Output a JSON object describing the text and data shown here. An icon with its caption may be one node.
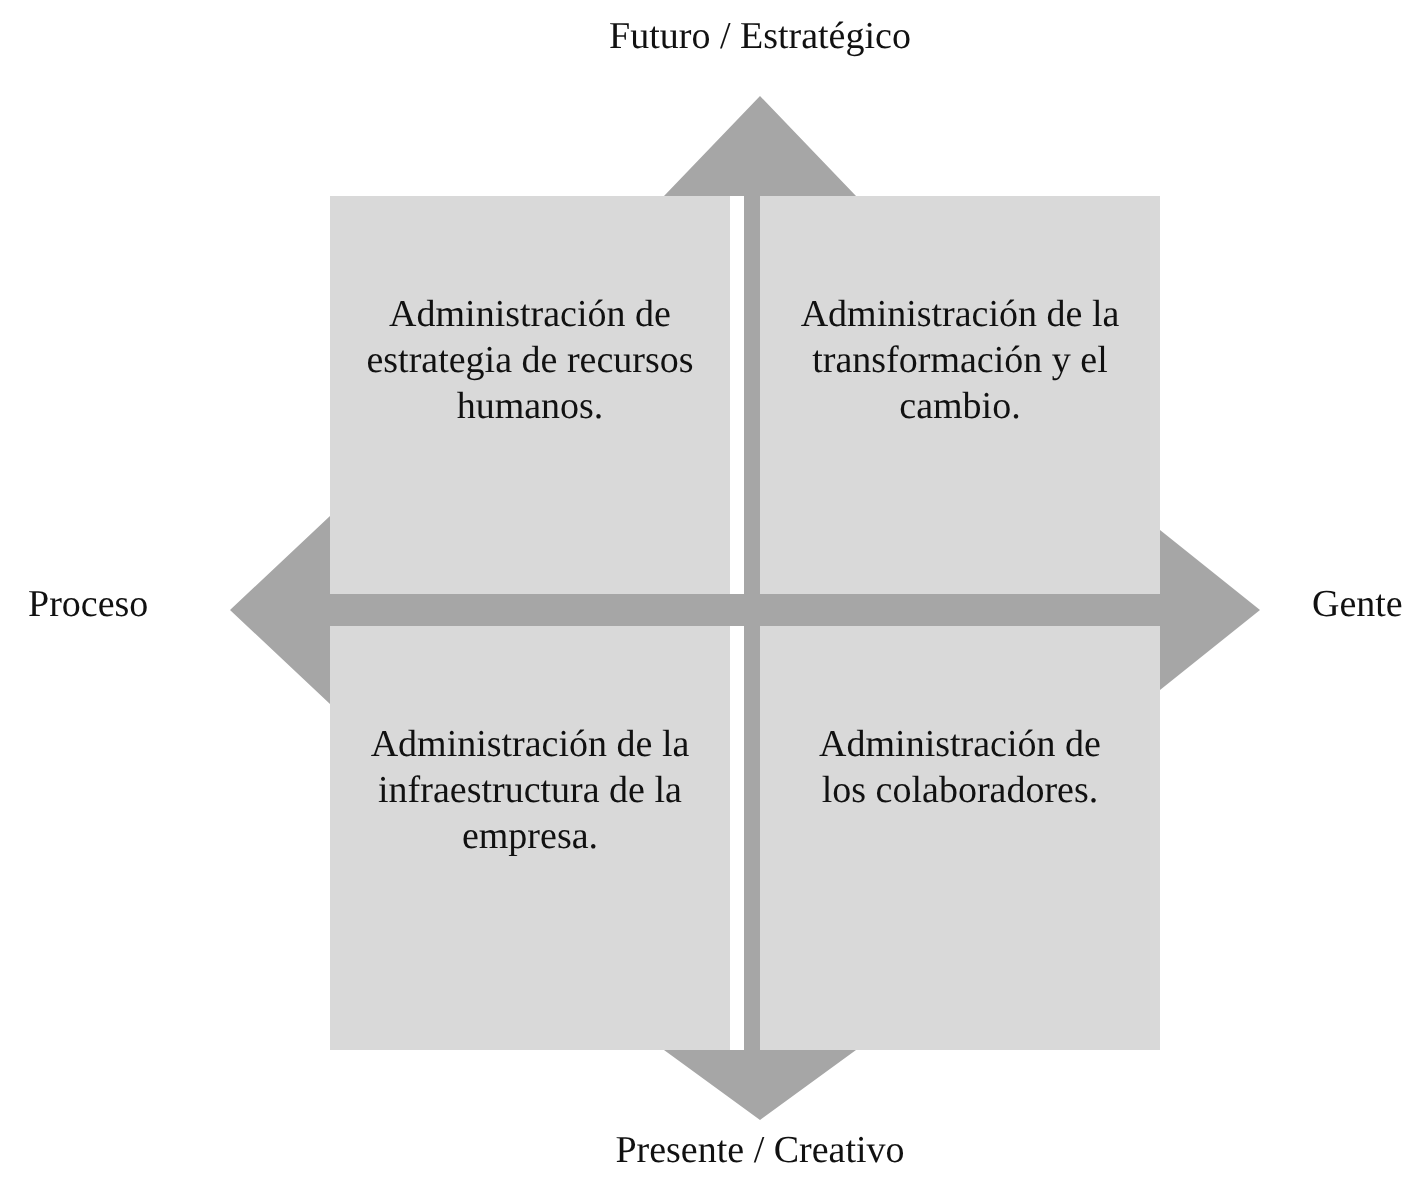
{
  "diagram": {
    "nodes": [
      {
        "text": [
          "Administración de estrategia de recursos humanos."
        ]
      },
      {
        "text": [
          "Administración de la transformación y el cambio."
        ]
      },
      {
        "text": [
          "Administración de la infraestructura de la empresa."
        ]
      },
      {
        "text": [
          "Administración de los colaboradores."
        ]
      }
    ],
    "labels": [
      "Futuro / Estratégico",
      "Proceso",
      "Gente",
      "Presente / Creativo"
    ]
  }
}
